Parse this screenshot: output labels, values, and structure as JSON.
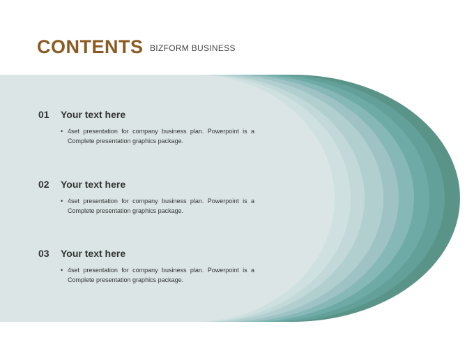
{
  "header": {
    "title": "CONTENTS",
    "subtitle": "BIZFORM BUSINESS"
  },
  "colors": {
    "title": "#8a5a22",
    "band_light": "#dde6e6",
    "arc_darkest": "#5a9488"
  },
  "items": [
    {
      "number": "01",
      "heading": "Your text here",
      "bullet": "•",
      "text": "4set presentation for company business plan. Powerpoint is a Complete presentation graphics package."
    },
    {
      "number": "02",
      "heading": "Your text here",
      "bullet": "•",
      "text": "4set presentation for company business plan. Powerpoint is a Complete presentation graphics package."
    },
    {
      "number": "03",
      "heading": "Your text here",
      "bullet": "•",
      "text": "4set presentation for company business plan. Powerpoint is a Complete presentation graphics package."
    }
  ]
}
